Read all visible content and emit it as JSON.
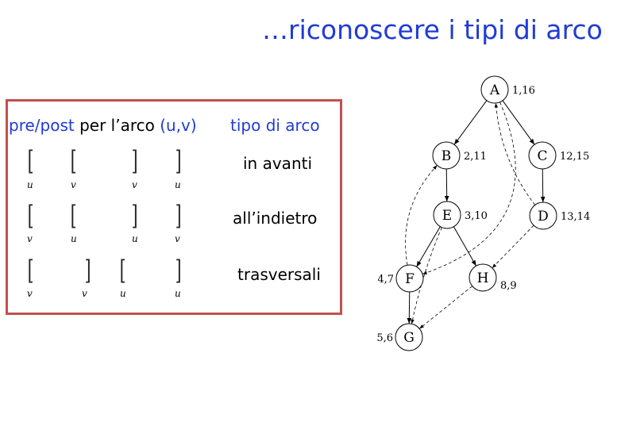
{
  "title": "…riconoscere i tipi di arco",
  "header": {
    "prepost": "pre/post",
    "per_arco": "per l’arco",
    "uv": "(u,v)",
    "tipo": "tipo di arco"
  },
  "rows": [
    {
      "label": "in avanti",
      "brackets": [
        "[",
        "[",
        "]",
        "]"
      ],
      "vars": [
        "u",
        "v",
        "v",
        "u"
      ]
    },
    {
      "label": "all’indietro",
      "brackets": [
        "[",
        "[",
        "]",
        "]"
      ],
      "vars": [
        "v",
        "u",
        "u",
        "v"
      ]
    },
    {
      "label": "trasversali",
      "brackets": [
        "[",
        "]",
        "[",
        "]"
      ],
      "vars": [
        "v",
        "v",
        "u",
        "u"
      ]
    }
  ],
  "graph": {
    "nodes": [
      {
        "id": "A",
        "label": "A",
        "times": "1,16"
      },
      {
        "id": "B",
        "label": "B",
        "times": "2,11"
      },
      {
        "id": "C",
        "label": "C",
        "times": "12,15"
      },
      {
        "id": "D",
        "label": "D",
        "times": "13,14"
      },
      {
        "id": "E",
        "label": "E",
        "times": "3,10"
      },
      {
        "id": "F",
        "label": "F",
        "times": "4,7"
      },
      {
        "id": "H",
        "label": "H",
        "times": "8,9"
      },
      {
        "id": "G",
        "label": "G",
        "times": "5,6"
      }
    ],
    "tree_edges": [
      [
        "A",
        "B"
      ],
      [
        "A",
        "C"
      ],
      [
        "B",
        "E"
      ],
      [
        "C",
        "D"
      ],
      [
        "E",
        "F"
      ],
      [
        "E",
        "H"
      ],
      [
        "F",
        "G"
      ]
    ],
    "dashed_edges": [
      [
        "A",
        "F"
      ],
      [
        "F",
        "B"
      ],
      [
        "D",
        "A"
      ],
      [
        "E",
        "G"
      ],
      [
        "D",
        "H"
      ],
      [
        "H",
        "G"
      ]
    ]
  }
}
